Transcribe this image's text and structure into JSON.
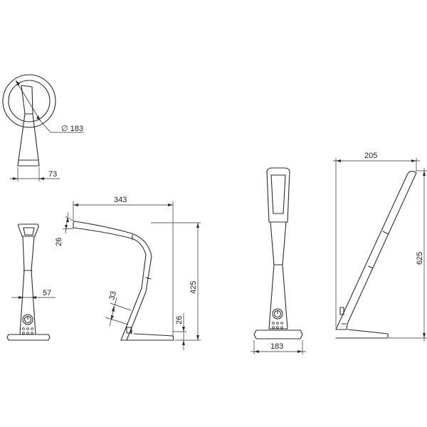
{
  "views": {
    "top": {
      "diameter_label": "∅ 183",
      "width_label": "73"
    },
    "front": {
      "neck_width_label": "57"
    },
    "side": {
      "reach_label": "343",
      "head_thickness_label": "26",
      "height_label": "425",
      "base_height_label": "26",
      "stem_label": "33"
    },
    "front_raised": {
      "base_width_label": "183"
    },
    "side_raised": {
      "depth_label": "205",
      "height_label": "625"
    }
  },
  "colors": {
    "line": "#2b2b2b",
    "background": "#ffffff"
  }
}
